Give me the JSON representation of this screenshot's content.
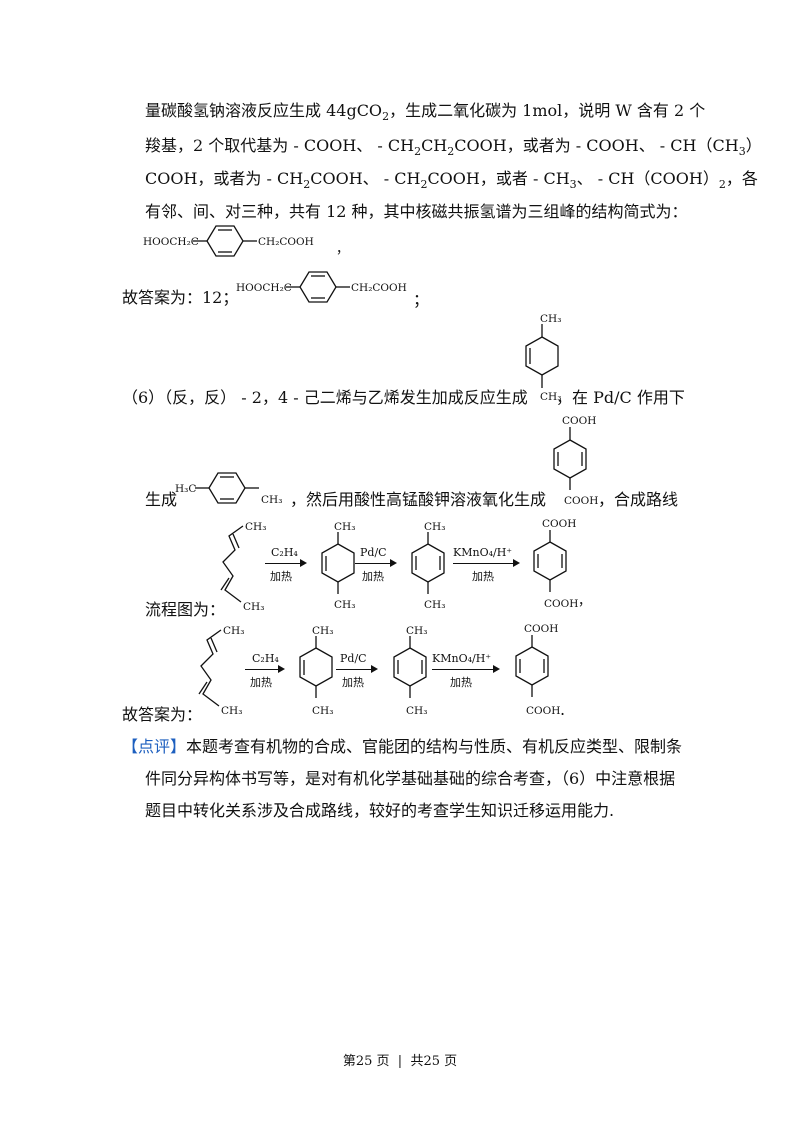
{
  "text": {
    "line1a": "量碳酸氢钠溶液反应生成 44gCO",
    "line1_sub": "2",
    "line1b": "，生成二氧化碳为 1mol，说明 W 含有 2 个",
    "line2a": "羧基，2 个取代基为 - COOH、 - CH",
    "line2_s1": "2",
    "line2_m": "CH",
    "line2_s2": "2",
    "line2b": "COOH，或者为 - COOH、 - CH（CH",
    "line2_s3": "3",
    "line2c": "）",
    "line3a": "COOH，或者为 - CH",
    "line3_s1": "2",
    "line3b": "COOH、 - CH",
    "line3_s2": "2",
    "line3c": "COOH，或者 - CH",
    "line3_s3": "3",
    "line3d": "、 - CH（COOH）",
    "line3_s4": "2",
    "line3e": "，各",
    "line4": "有邻、间、对三种，共有 12 种，其中核磁共振氢谱为三组峰的结构简式为：",
    "answer1": "故答案为：12；",
    "semicolon": "；",
    "comma1": "，",
    "line6a": "（6）（反，反） - 2，4 - 己二烯与乙烯发生加成反应生成",
    "line6b": "，在 Pd/C 作用下",
    "line7a": "生成",
    "line7b": "，然后用酸性高锰酸钾溶液氧化生成",
    "line7c": "，合成路线",
    "flow_label": "流程图为：",
    "answer2": "故答案为：",
    "period": ".",
    "comma2": "，",
    "comment_tag": "【点评】",
    "comment1": "本题考查有机物的合成、官能团的结构与性质、有机反应类型、限制条",
    "comment2": "件同分异构体书写等，是对有机化学基础基础的综合考查，（6）中注意根据",
    "comment3": "题目中转化关系涉及合成路线，较好的考查学生知识迁移运用能力."
  },
  "chem": {
    "hoocch2c": "HOOCH₂C",
    "ch2cooh": "CH₂COOH",
    "ch3": "CH₃",
    "h3c": "H₃C",
    "cooh": "COOH",
    "c2h4": "C₂H₄",
    "pdc": "Pd/C",
    "kmno4": "KMnO₄/H⁺",
    "heat": "加热"
  },
  "footer": {
    "page": "第25 页",
    "sep": "|",
    "total": "共25 页"
  }
}
